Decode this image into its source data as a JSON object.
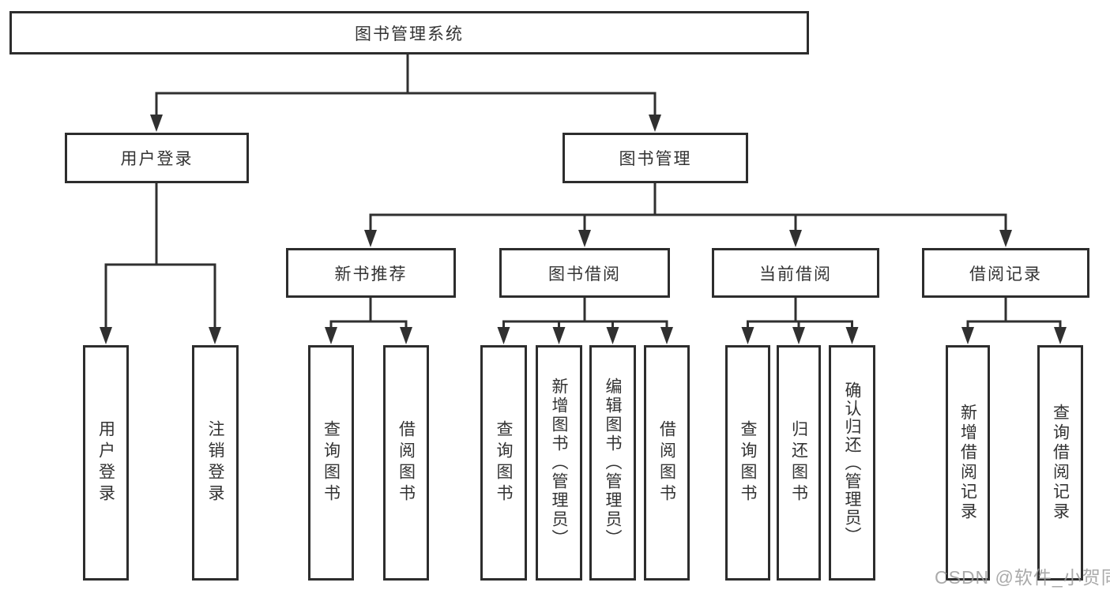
{
  "colors": {
    "background": "#ffffff",
    "line": "#303030",
    "box_border": "#2d2d2d",
    "text": "#333333",
    "watermark": "#9b9b9b"
  },
  "watermark": {
    "text": "CSDN @软件_小贺同学"
  },
  "tree": {
    "root": {
      "label": "图书管理系统"
    },
    "branches": [
      {
        "label": "用户登录",
        "children": [
          {
            "label": "用户登录"
          },
          {
            "label": "注销登录"
          }
        ]
      },
      {
        "label": "图书管理",
        "children": [
          {
            "label": "新书推荐",
            "children": [
              {
                "label": "查询图书"
              },
              {
                "label": "借阅图书"
              }
            ]
          },
          {
            "label": "图书借阅",
            "children": [
              {
                "label": "查询图书"
              },
              {
                "label": "新增图书（管理员）"
              },
              {
                "label": "编辑图书（管理员）"
              },
              {
                "label": "借阅图书"
              }
            ]
          },
          {
            "label": "当前借阅",
            "children": [
              {
                "label": "查询图书"
              },
              {
                "label": "归还图书"
              },
              {
                "label": "确认归还（管理员）"
              }
            ]
          },
          {
            "label": "借阅记录",
            "children": [
              {
                "label": "新增借阅记录"
              },
              {
                "label": "查询借阅记录"
              }
            ]
          }
        ]
      }
    ]
  }
}
